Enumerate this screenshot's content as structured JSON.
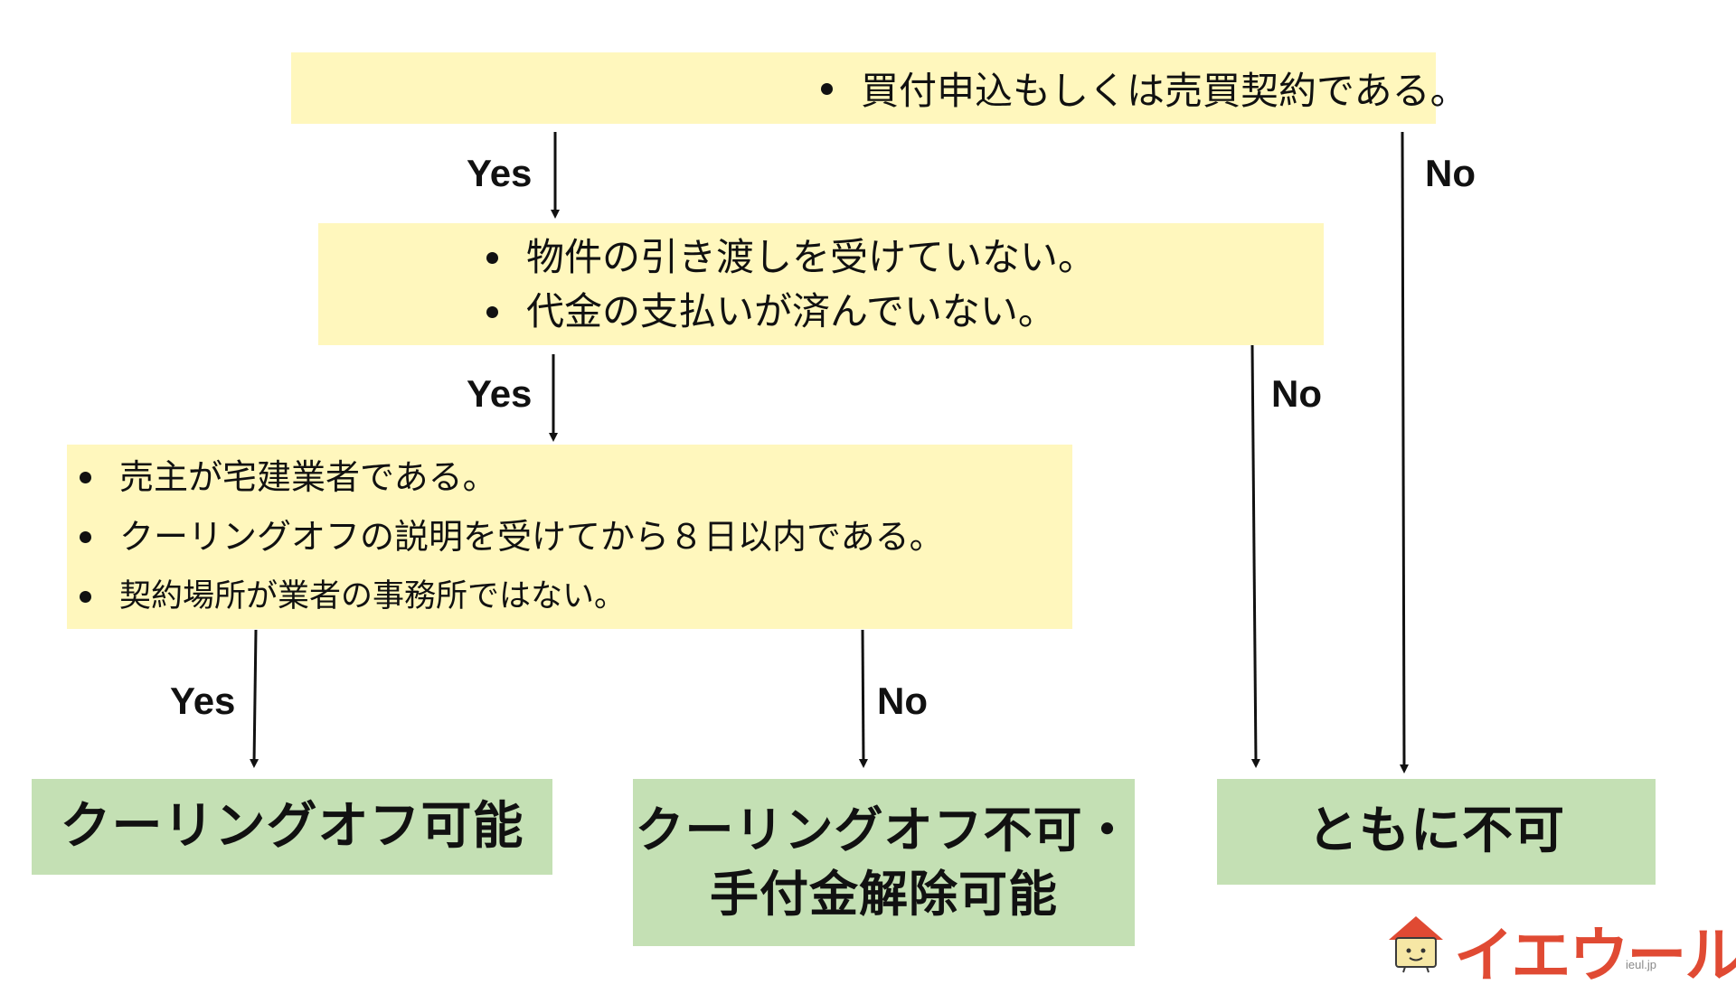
{
  "conditions": {
    "q1": [
      "買付申込もしくは売買契約である。"
    ],
    "q2": [
      "物件の引き渡しを受けていない。",
      "代金の支払いが済んでいない。"
    ],
    "q3": [
      "売主が宅建業者である。",
      "クーリングオフの説明を受けてから８日以内である。",
      "契約場所が業者の事務所ではない。"
    ]
  },
  "edges": {
    "q1_yes": "Yes",
    "q1_no": "No",
    "q2_yes": "Yes",
    "q2_no": "No",
    "q3_yes": "Yes",
    "q3_no": "No"
  },
  "results": {
    "r1": "クーリングオフ可能",
    "r2_line1": "クーリングオフ不可・",
    "r2_line2": "手付金解除可能",
    "r3": "ともに不可"
  },
  "logo": {
    "text": "イエウール",
    "domain": "ieul.jp"
  },
  "colors": {
    "condition_fill": "#fff7bd",
    "result_fill": "#c4e0b4",
    "logo_accent": "#e04a33"
  }
}
